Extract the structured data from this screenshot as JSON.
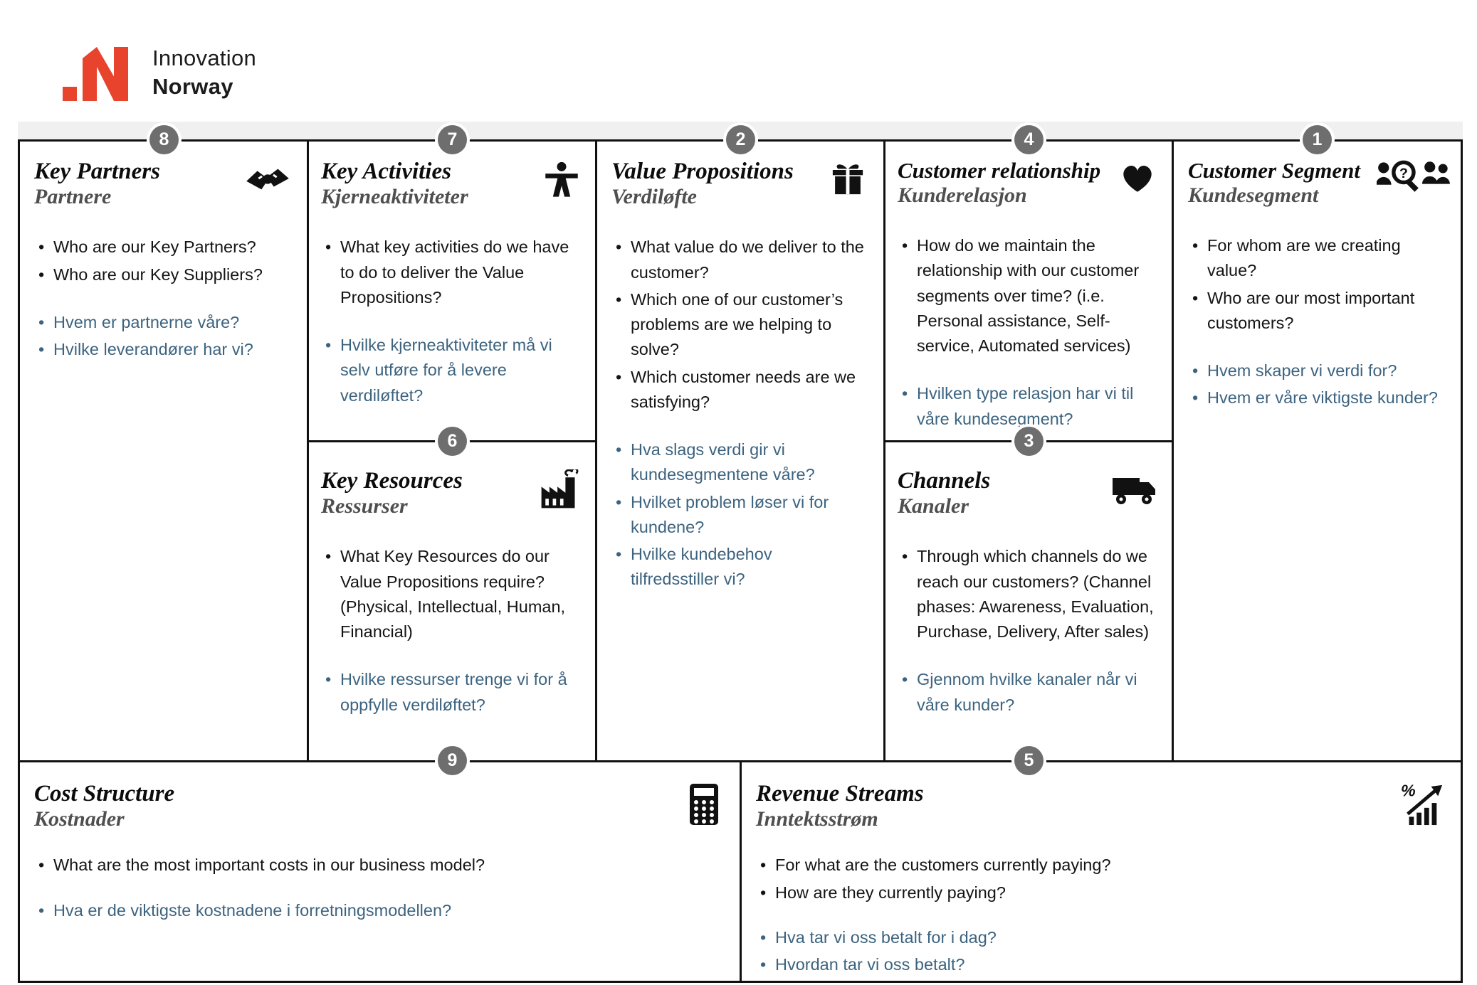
{
  "logo": {
    "line1": "Innovation",
    "line2": "Norway",
    "mark_icon": "innovation-norway-logo-mark",
    "accent_red": "#e8432c"
  },
  "colors": {
    "english_text": "#141414",
    "norwegian_text": "#3c637f",
    "subtitle_gray": "#4f4f4f",
    "badge_gray": "#6e6e6e",
    "band_gray": "#f0f0f0",
    "border_black": "#101010"
  },
  "sections": {
    "key_partners": {
      "number": "8",
      "title": "Key Partners",
      "subtitle": "Partnere",
      "icon": "handshake-icon",
      "en": [
        "Who are our Key Partners?",
        "Who are our Key Suppliers?"
      ],
      "no": [
        "Hvem er partnerne våre?",
        "Hvilke leverandører har vi?"
      ]
    },
    "key_activities": {
      "number": "7",
      "title": "Key Activities",
      "subtitle": "Kjerneaktiviteter",
      "icon": "person-icon",
      "en": [
        "What key activities do we have to do to deliver the Value Propositions?"
      ],
      "no": [
        "Hvilke kjerneaktiviteter må vi selv utføre for å levere verdiløftet?"
      ]
    },
    "key_resources": {
      "number": "6",
      "title": "Key Resources",
      "subtitle": "Ressurser",
      "icon": "factory-icon",
      "en": [
        "What Key Resources do our Value Propositions require? (Physical, Intellectual, Human, Financial)"
      ],
      "no": [
        "Hvilke ressurser trenge vi for å oppfylle verdiløftet?"
      ]
    },
    "value_propositions": {
      "number": "2",
      "title": "Value Propositions",
      "subtitle": "Verdiløfte",
      "icon": "gift-icon",
      "en": [
        "What value do we deliver to the customer?",
        "Which one of our customer’s problems are we helping to solve?",
        "Which customer needs are we satisfying?"
      ],
      "no": [
        "Hva slags verdi gir vi kundesegmentene våre?",
        "Hvilket problem løser vi for kundene?",
        "Hvilke kundebehov tilfredsstiller vi?"
      ]
    },
    "customer_relationship": {
      "number": "4",
      "title": "Customer relationship",
      "subtitle": "Kunderelasjon",
      "icon": "heart-icon",
      "en": [
        "How do we maintain the relationship with our customer segments over time? (i.e. Personal assistance, Self-service, Automated services)"
      ],
      "no": [
        "Hvilken type relasjon har vi til våre kundesegment?"
      ]
    },
    "channels": {
      "number": "3",
      "title": "Channels",
      "subtitle": "Kanaler",
      "icon": "truck-icon",
      "en": [
        "Through which channels do we reach our customers? (Channel phases: Awareness, Evaluation, Purchase, Delivery, After sales)"
      ],
      "no": [
        "Gjennom hvilke kanaler når vi våre kunder?"
      ]
    },
    "customer_segment": {
      "number": "1",
      "title": "Customer Segment",
      "subtitle": "Kundesegment",
      "icon": "search-customers-icon",
      "en": [
        "For whom are we creating value?",
        "Who are our most important customers?"
      ],
      "no": [
        "Hvem skaper vi verdi for?",
        "Hvem er våre viktigste kunder?"
      ]
    },
    "cost_structure": {
      "number": "9",
      "title": "Cost Structure",
      "subtitle": "Kostnader",
      "icon": "calculator-icon",
      "en": [
        "What are the most important costs in our business model?"
      ],
      "no": [
        "Hva er de viktigste kostnadene i forretningsmodellen?"
      ]
    },
    "revenue_streams": {
      "number": "5",
      "title": "Revenue Streams",
      "subtitle": "Inntektsstrøm",
      "icon": "growth-percent-icon",
      "en": [
        "For what are the customers currently paying?",
        "How are they currently paying?"
      ],
      "no": [
        "Hva tar vi oss betalt for i dag?",
        "Hvordan tar vi oss betalt?"
      ]
    }
  }
}
